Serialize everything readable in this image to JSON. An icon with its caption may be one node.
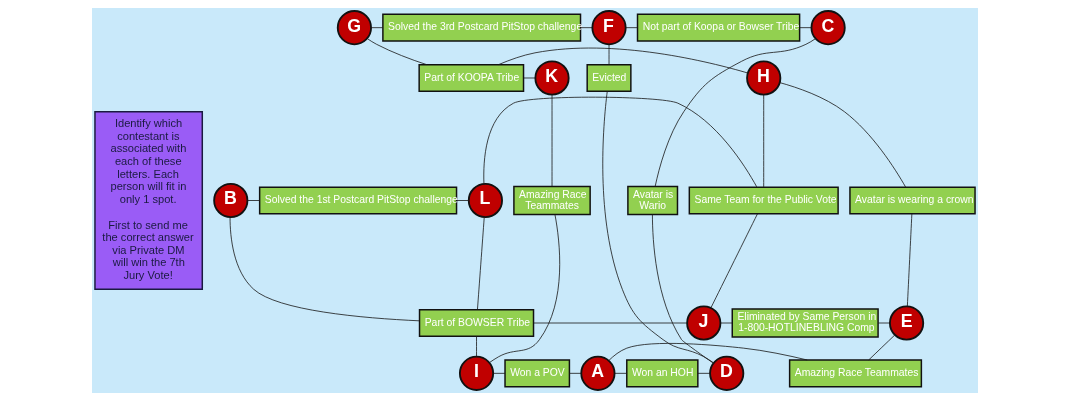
{
  "diagram": {
    "nodes": [
      {
        "text": [
          "Identify which contestant is associated with each of these letters. Each person will fit in only 1 spot.",
          "First to send me the correct answer via Private DM will win the 7th Jury Vote!"
        ]
      },
      {
        "text": [
          "G"
        ]
      },
      {
        "text": [
          "Solved the 3rd Postcard PitStop challenge"
        ]
      },
      {
        "text": [
          "Not part of Koopa or Bowser Tribe"
        ]
      },
      {
        "text": [
          "C"
        ]
      },
      {
        "text": [
          "Part of KOOPA Tribe"
        ]
      },
      {
        "text": [
          "F"
        ]
      },
      {
        "text": [
          "Evicted"
        ]
      },
      {
        "text": [
          "K"
        ]
      },
      {
        "text": [
          "Amazing Race Teammates"
        ]
      },
      {
        "text": [
          "H"
        ]
      },
      {
        "text": [
          "B"
        ]
      },
      {
        "text": [
          "Solved the 1st Postcard PitStop challenge"
        ]
      },
      {
        "text": [
          "L"
        ]
      },
      {
        "text": [
          "Same Team for the Public Vote"
        ]
      },
      {
        "text": [
          "Avatar is wearing a crown"
        ]
      },
      {
        "text": [
          "Avatar is Wario"
        ]
      },
      {
        "text": [
          "Part of BOWSER Tribe"
        ]
      },
      {
        "text": [
          "J"
        ]
      },
      {
        "text": [
          "Eliminated by Same Person in 1-800-HOTLINEBLING Comp"
        ]
      },
      {
        "text": [
          "E"
        ]
      },
      {
        "text": [
          "Amazing Race Teammates"
        ]
      },
      {
        "text": [
          "I"
        ]
      },
      {
        "text": [
          "Won a POV"
        ]
      },
      {
        "text": [
          "A"
        ]
      },
      {
        "text": [
          "Won an HOH"
        ]
      },
      {
        "text": [
          "D"
        ]
      }
    ],
    "edges": [
      {
        "from": 1,
        "to": 2,
        "arrow": "none"
      },
      {
        "from": 2,
        "to": 6,
        "arrow": "none"
      },
      {
        "from": 6,
        "to": 3,
        "arrow": "none"
      },
      {
        "from": 3,
        "to": 4,
        "arrow": "none"
      },
      {
        "from": 1,
        "to": 5,
        "arrow": "none"
      },
      {
        "from": 8,
        "to": 5,
        "arrow": "none"
      },
      {
        "from": 5,
        "to": 10,
        "arrow": "none"
      },
      {
        "from": 6,
        "to": 7,
        "arrow": "none"
      },
      {
        "from": 7,
        "to": 26,
        "arrow": "none"
      },
      {
        "from": 4,
        "to": 16,
        "arrow": "none"
      },
      {
        "from": 16,
        "to": 26,
        "arrow": "none"
      },
      {
        "from": 8,
        "to": 9,
        "arrow": "none"
      },
      {
        "from": 9,
        "to": 22,
        "arrow": "none"
      },
      {
        "from": 11,
        "to": 12,
        "arrow": "none"
      },
      {
        "from": 12,
        "to": 13,
        "arrow": "none"
      },
      {
        "from": 13,
        "to": 14,
        "arrow": "none"
      },
      {
        "from": 10,
        "to": 14,
        "arrow": "none"
      },
      {
        "from": 14,
        "to": 18,
        "arrow": "none"
      },
      {
        "from": 10,
        "to": 15,
        "arrow": "none"
      },
      {
        "from": 15,
        "to": 20,
        "arrow": "none"
      },
      {
        "from": 11,
        "to": 17,
        "arrow": "none"
      },
      {
        "from": 17,
        "to": 22,
        "arrow": "none"
      },
      {
        "from": 17,
        "to": 18,
        "arrow": "none"
      },
      {
        "from": 13,
        "to": 17,
        "arrow": "none"
      },
      {
        "from": 18,
        "to": 19,
        "arrow": "none"
      },
      {
        "from": 19,
        "to": 20,
        "arrow": "none"
      },
      {
        "from": 24,
        "to": 21,
        "arrow": "none"
      },
      {
        "from": 20,
        "to": 21,
        "arrow": "none"
      },
      {
        "from": 22,
        "to": 23,
        "arrow": "none"
      },
      {
        "from": 23,
        "to": 24,
        "arrow": "none"
      },
      {
        "from": 24,
        "to": 25,
        "arrow": "none"
      },
      {
        "from": 25,
        "to": 26,
        "arrow": "none"
      }
    ]
  }
}
